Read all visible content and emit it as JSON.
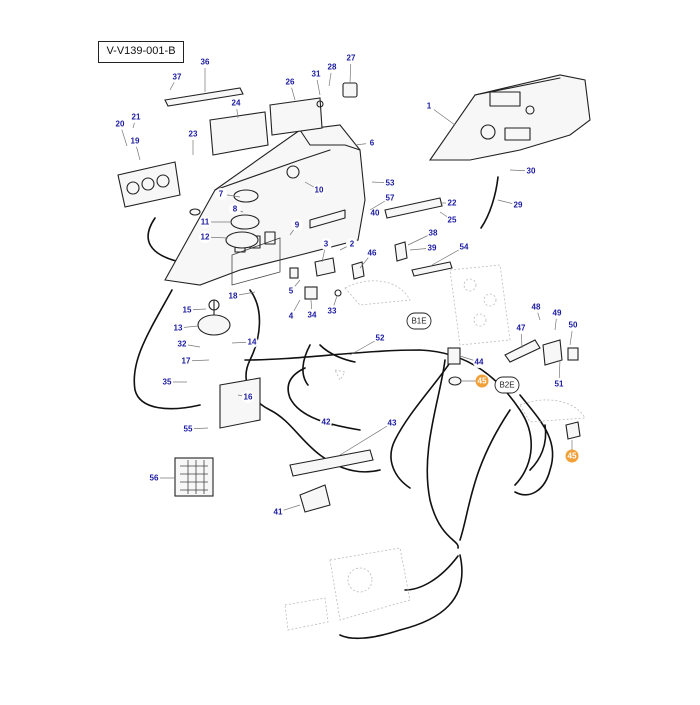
{
  "diagram": {
    "code": "V-V139-001-B",
    "callouts": [
      "1",
      "2",
      "3",
      "4",
      "5",
      "6",
      "7",
      "8",
      "9",
      "10",
      "11",
      "12",
      "13",
      "14",
      "15",
      "16",
      "17",
      "18",
      "19",
      "20",
      "21",
      "22",
      "23",
      "24",
      "25",
      "26",
      "27",
      "28",
      "29",
      "30",
      "31",
      "32",
      "33",
      "34",
      "35",
      "36",
      "37",
      "38",
      "39",
      "40",
      "41",
      "42",
      "43",
      "44",
      "45",
      "46",
      "47",
      "48",
      "49",
      "50",
      "51",
      "52",
      "53",
      "54",
      "55",
      "56",
      "57",
      "45"
    ],
    "highlighted_indices": [
      44,
      57
    ],
    "connectors": [
      "B1E",
      "B2E"
    ],
    "colors": {
      "callout_text": "#1a1aa0",
      "highlight": "#f2a13a",
      "line": "#222222"
    }
  }
}
